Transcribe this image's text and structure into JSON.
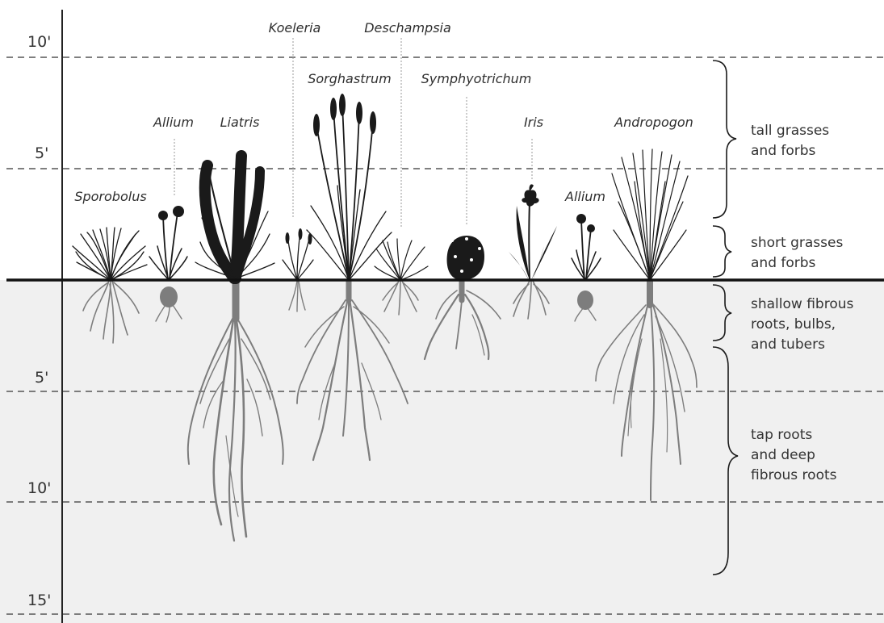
{
  "axis": {
    "above": [
      "10'",
      "5'"
    ],
    "below": [
      "5'",
      "10'",
      "15'"
    ]
  },
  "plants": {
    "sporobolus": "Sporobolus",
    "allium_1": "Allium",
    "liatris": "Liatris",
    "koeleria": "Koeleria",
    "sorghastrum": "Sorghastrum",
    "deschampsia": "Deschampsia",
    "symphyotrichum": "Symphyotrichum",
    "iris": "Iris",
    "allium_2": "Allium",
    "andropogon": "Andropogon"
  },
  "zones": {
    "tall": "tall grasses\nand forbs",
    "short": "short grasses\nand forbs",
    "shallow": "shallow fibrous\nroots, bulbs,\nand tubers",
    "deep": "tap roots\nand deep\nfibrous roots"
  },
  "colors": {
    "soil": "#f0f0f0",
    "root": "#7d7d7d",
    "plant": "#1a1a1a",
    "line": "#333333"
  }
}
